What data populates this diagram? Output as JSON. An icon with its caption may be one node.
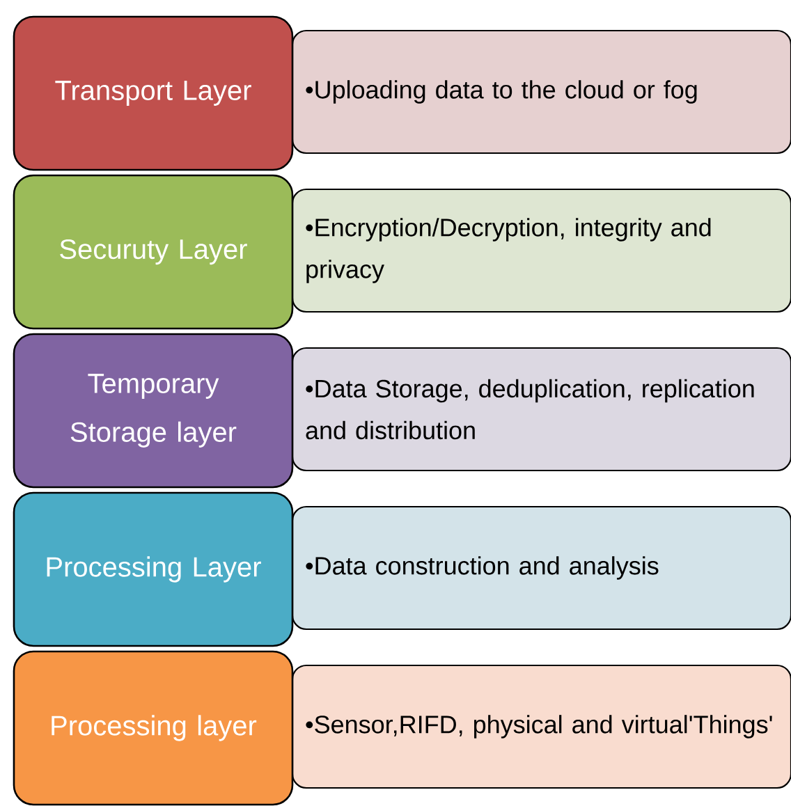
{
  "diagram": {
    "nodes": [
      {
        "text": [
          "Transport Layer"
        ]
      },
      {
        "text": [
          "•Uploading data to the cloud or fog"
        ]
      },
      {
        "text": [
          "Securuty Layer"
        ]
      },
      {
        "text": [
          "•Encryption/Decryption, integrity and privacy"
        ]
      },
      {
        "text": [
          "Temporary Storage layer"
        ]
      },
      {
        "text": [
          "•Data Storage, deduplication, replication and distribution"
        ]
      },
      {
        "text": [
          "Processing Layer"
        ]
      },
      {
        "text": [
          "•Data construction and analysis"
        ]
      },
      {
        "text": [
          "Processing layer"
        ]
      },
      {
        "text": [
          "•Sensor,RIFD, physical and virtual'Things'"
        ]
      }
    ]
  }
}
